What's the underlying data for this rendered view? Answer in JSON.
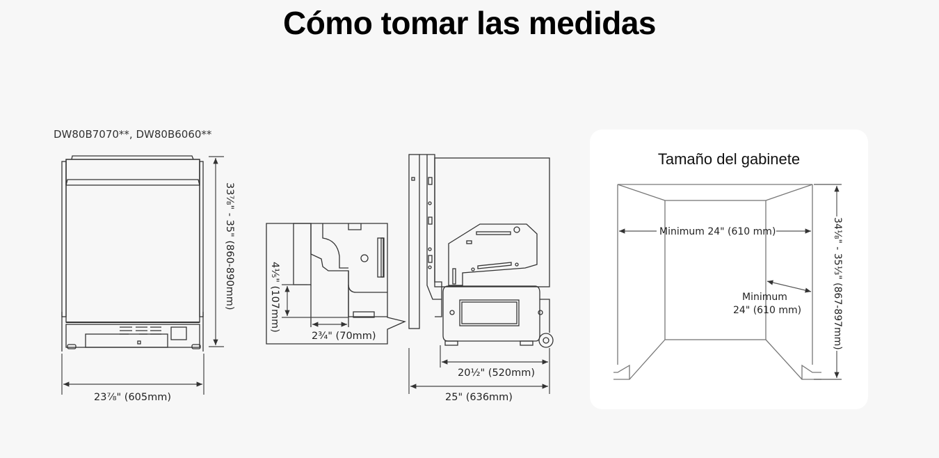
{
  "page": {
    "title": "Cómo tomar las medidas",
    "background_color": "#f7f7f7"
  },
  "front_view": {
    "model_label": "DW80B7070**, DW80B6060**",
    "height_dimension": "33⅞\" - 35\" (860-890mm)",
    "width_dimension": "23⅞\" (605mm)"
  },
  "detail_view": {
    "vertical_dimension": "4⅕\" (107mm)",
    "horizontal_dimension": "2¾\" (70mm)"
  },
  "side_view": {
    "inner_depth_dimension": "20½\" (520mm)",
    "total_depth_dimension": "25\" (636mm)"
  },
  "cabinet_card": {
    "title": "Tamaño del gabinete",
    "width_label": "Minimum  24\" (610 mm)",
    "depth_label_line1": "Minimum",
    "depth_label_line2": "24\" (610 mm)",
    "height_dimension": "34⅛\" - 35⅓\" (867-897mm)",
    "card_color": "#ffffff"
  }
}
